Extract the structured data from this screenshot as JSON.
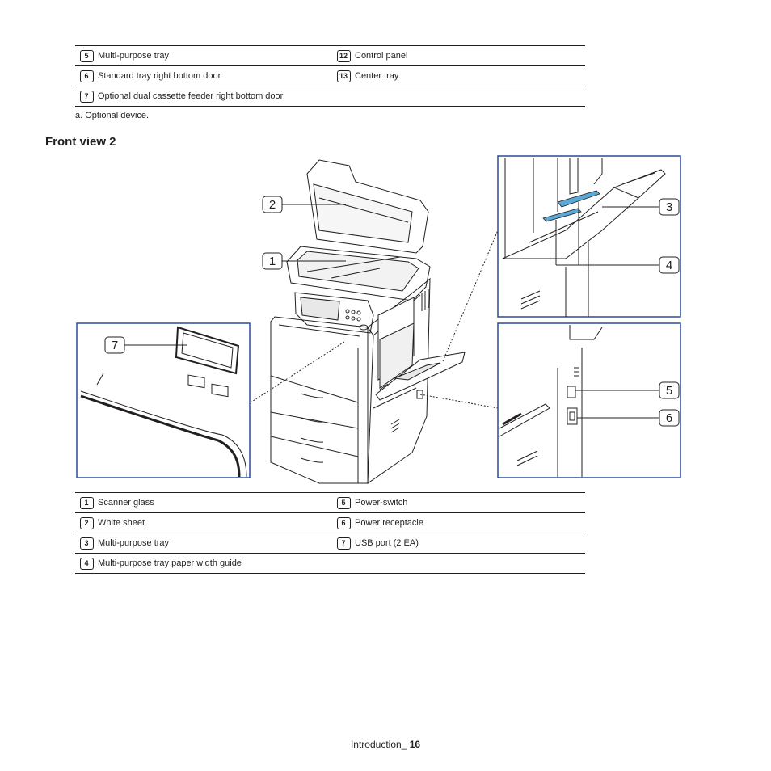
{
  "top_table": {
    "rows": [
      {
        "left_num": "5",
        "left_text": "Multi-purpose tray",
        "right_num": "12",
        "right_text": "Control panel"
      },
      {
        "left_num": "6",
        "left_text": "Standard tray right bottom door",
        "right_num": "13",
        "right_text": "Center tray"
      },
      {
        "left_num": "7",
        "left_text": "Optional dual cassette feeder right bottom door",
        "right_num": "",
        "right_text": ""
      }
    ]
  },
  "footnote": "a. Optional device.",
  "section_heading": "Front view 2",
  "callouts": [
    "1",
    "2",
    "3",
    "4",
    "5",
    "6",
    "7"
  ],
  "bottom_table": {
    "rows": [
      {
        "left_num": "1",
        "left_text": "Scanner glass",
        "right_num": "5",
        "right_text": "Power-switch"
      },
      {
        "left_num": "2",
        "left_text": "White sheet",
        "right_num": "6",
        "right_text": "Power receptacle"
      },
      {
        "left_num": "3",
        "left_text": "Multi-purpose tray",
        "right_num": "7",
        "right_text": "USB port (2 EA)"
      },
      {
        "left_num": "4",
        "left_text": "Multi-purpose tray paper width guide",
        "right_num": "",
        "right_text": ""
      }
    ]
  },
  "footer": {
    "section": "Introduction_",
    "page": "16"
  },
  "colors": {
    "frame_blue": "#2b4a9e",
    "highlight_blue": "#5aa9d6",
    "text": "#231f20"
  }
}
